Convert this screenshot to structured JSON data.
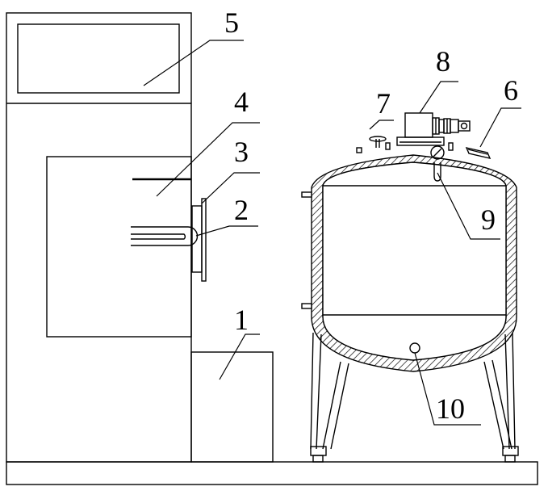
{
  "diagram": {
    "labels": {
      "l1": "1",
      "l2": "2",
      "l3": "3",
      "l4": "4",
      "l5": "5",
      "l6": "6",
      "l7": "7",
      "l8": "8",
      "l9": "9",
      "l10": "10"
    },
    "colors": {
      "line": "#000000",
      "background": "#ffffff",
      "hatch": "#000000"
    }
  }
}
